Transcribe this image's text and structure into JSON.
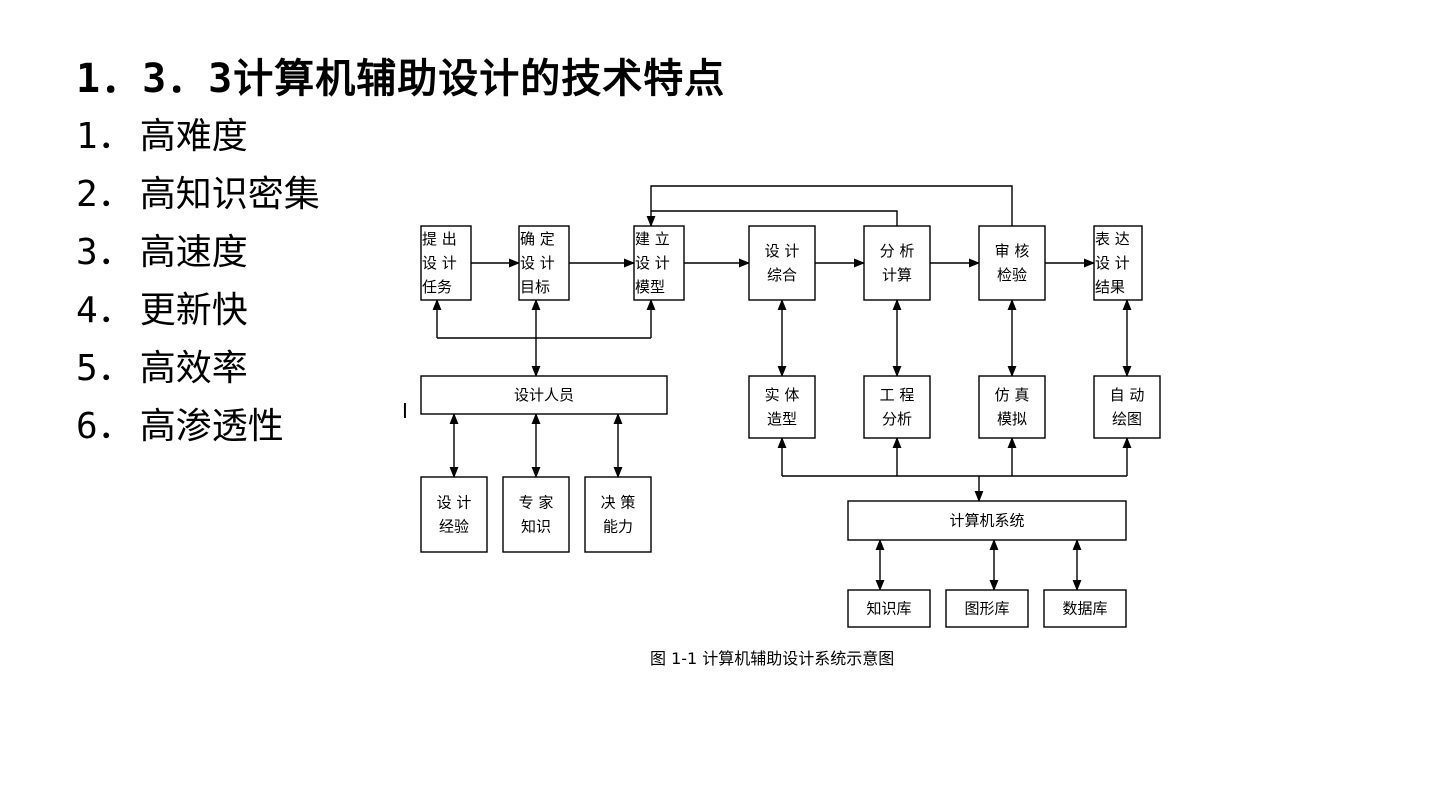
{
  "slide": {
    "title_num": "1．3．3",
    "title_text": "计算机辅助设计的技术特点",
    "items": [
      {
        "num": "1．",
        "label": "高难度"
      },
      {
        "num": "2．",
        "label": "高知识密集"
      },
      {
        "num": "3．",
        "label": "高速度"
      },
      {
        "num": "4．",
        "label": "更新快"
      },
      {
        "num": "5．",
        "label": "高效率"
      },
      {
        "num": "6．",
        "label": "高渗透性"
      }
    ]
  },
  "diagram": {
    "nodes": {
      "n1": [
        "提 出",
        "设 计",
        "任务"
      ],
      "n2": [
        "确 定",
        "设 计",
        "目标"
      ],
      "n3": [
        "建 立",
        "设 计",
        "模型"
      ],
      "n4": [
        "设 计",
        "综合"
      ],
      "n5": [
        "分 析",
        "计算"
      ],
      "n6": [
        "审 核",
        "检验"
      ],
      "n7": [
        "表 达",
        "设 计",
        "结果"
      ],
      "designer": [
        "设计人员"
      ],
      "exp": [
        "设 计",
        "经验"
      ],
      "expert": [
        "专 家",
        "知识"
      ],
      "decision": [
        "决 策",
        "能力"
      ],
      "solid": [
        "实 体",
        "造型"
      ],
      "eng": [
        "工 程",
        "分析"
      ],
      "sim": [
        "仿 真",
        "模拟"
      ],
      "auto": [
        "自 动",
        "绘图"
      ],
      "computer": [
        "计算机系统"
      ],
      "kb": [
        "知识库"
      ],
      "gb": [
        "图形库"
      ],
      "db": [
        "数据库"
      ]
    },
    "marker": "I",
    "caption": "图 1-1  计算机辅助设计系统示意图"
  }
}
